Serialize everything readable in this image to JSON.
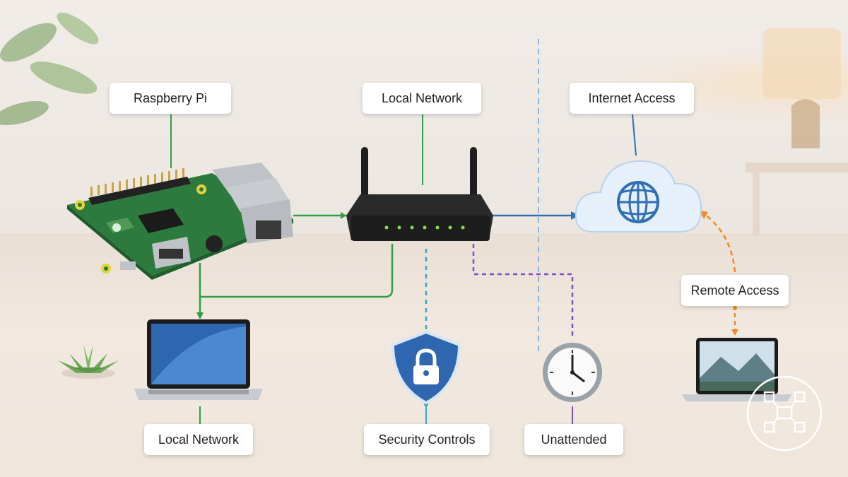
{
  "labels": {
    "raspberry_pi": "Raspberry Pi",
    "local_network_top": "Local Network",
    "internet_access": "Internet Access",
    "remote_access": "Remote Access",
    "local_network_bottom": "Local Network",
    "security_controls": "Security Controls",
    "unattended": "Unattended"
  },
  "icons": [
    "raspberry-pi-board-icon",
    "router-icon",
    "cloud-globe-icon",
    "laptop-icon",
    "shield-lock-icon",
    "clock-icon",
    "remote-laptop-icon",
    "plant-icon",
    "watermark-logo-icon"
  ],
  "colors": {
    "green_link": "#2ea043",
    "blue_link": "#2f6fb3",
    "dashed_blue": "#8fb4d6",
    "teal_dashed": "#3aa7b8",
    "purple_dashed": "#7b4fc9",
    "orange_dashed": "#f08a24"
  }
}
